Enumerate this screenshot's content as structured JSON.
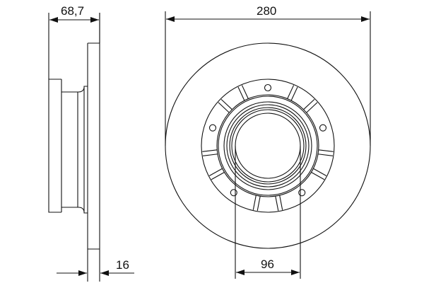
{
  "drawing": {
    "title": "Brake disc technical drawing",
    "stroke_color": "#111111",
    "background": "#ffffff",
    "views": {
      "side_view": {
        "name": "side profile"
      },
      "front_view": {
        "name": "front face",
        "bolt_holes": 5,
        "ribs": 10
      }
    },
    "dimensions": {
      "hub_height": {
        "value": "68,7",
        "view": "side",
        "position": "top-left"
      },
      "disc_thickness": {
        "value": "16",
        "view": "side",
        "position": "bottom-left"
      },
      "outer_diameter": {
        "value": "280",
        "view": "front",
        "position": "top"
      },
      "center_bore": {
        "value": "96",
        "view": "front",
        "position": "bottom"
      }
    }
  }
}
